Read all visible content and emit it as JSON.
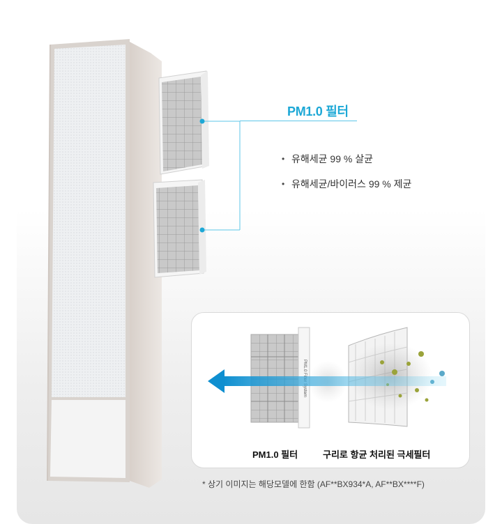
{
  "callout": {
    "title": "PM1.0 필터",
    "accent_color": "#1da8d6",
    "bullets": [
      "유해세균 99 % 살균",
      "유해세균/바이러스 99 % 제균"
    ]
  },
  "detail": {
    "filter_label": "PM1.0 필터",
    "filter_frame_text": "PM1.0 Filter System",
    "copper_label": "구리로 항균 처리된 극세필터",
    "airflow_icon": "arrow-left-icon"
  },
  "footnote": "* 상기 이미지는 해당모델에 한함 (AF**BX934*A, AF**BX****F)"
}
